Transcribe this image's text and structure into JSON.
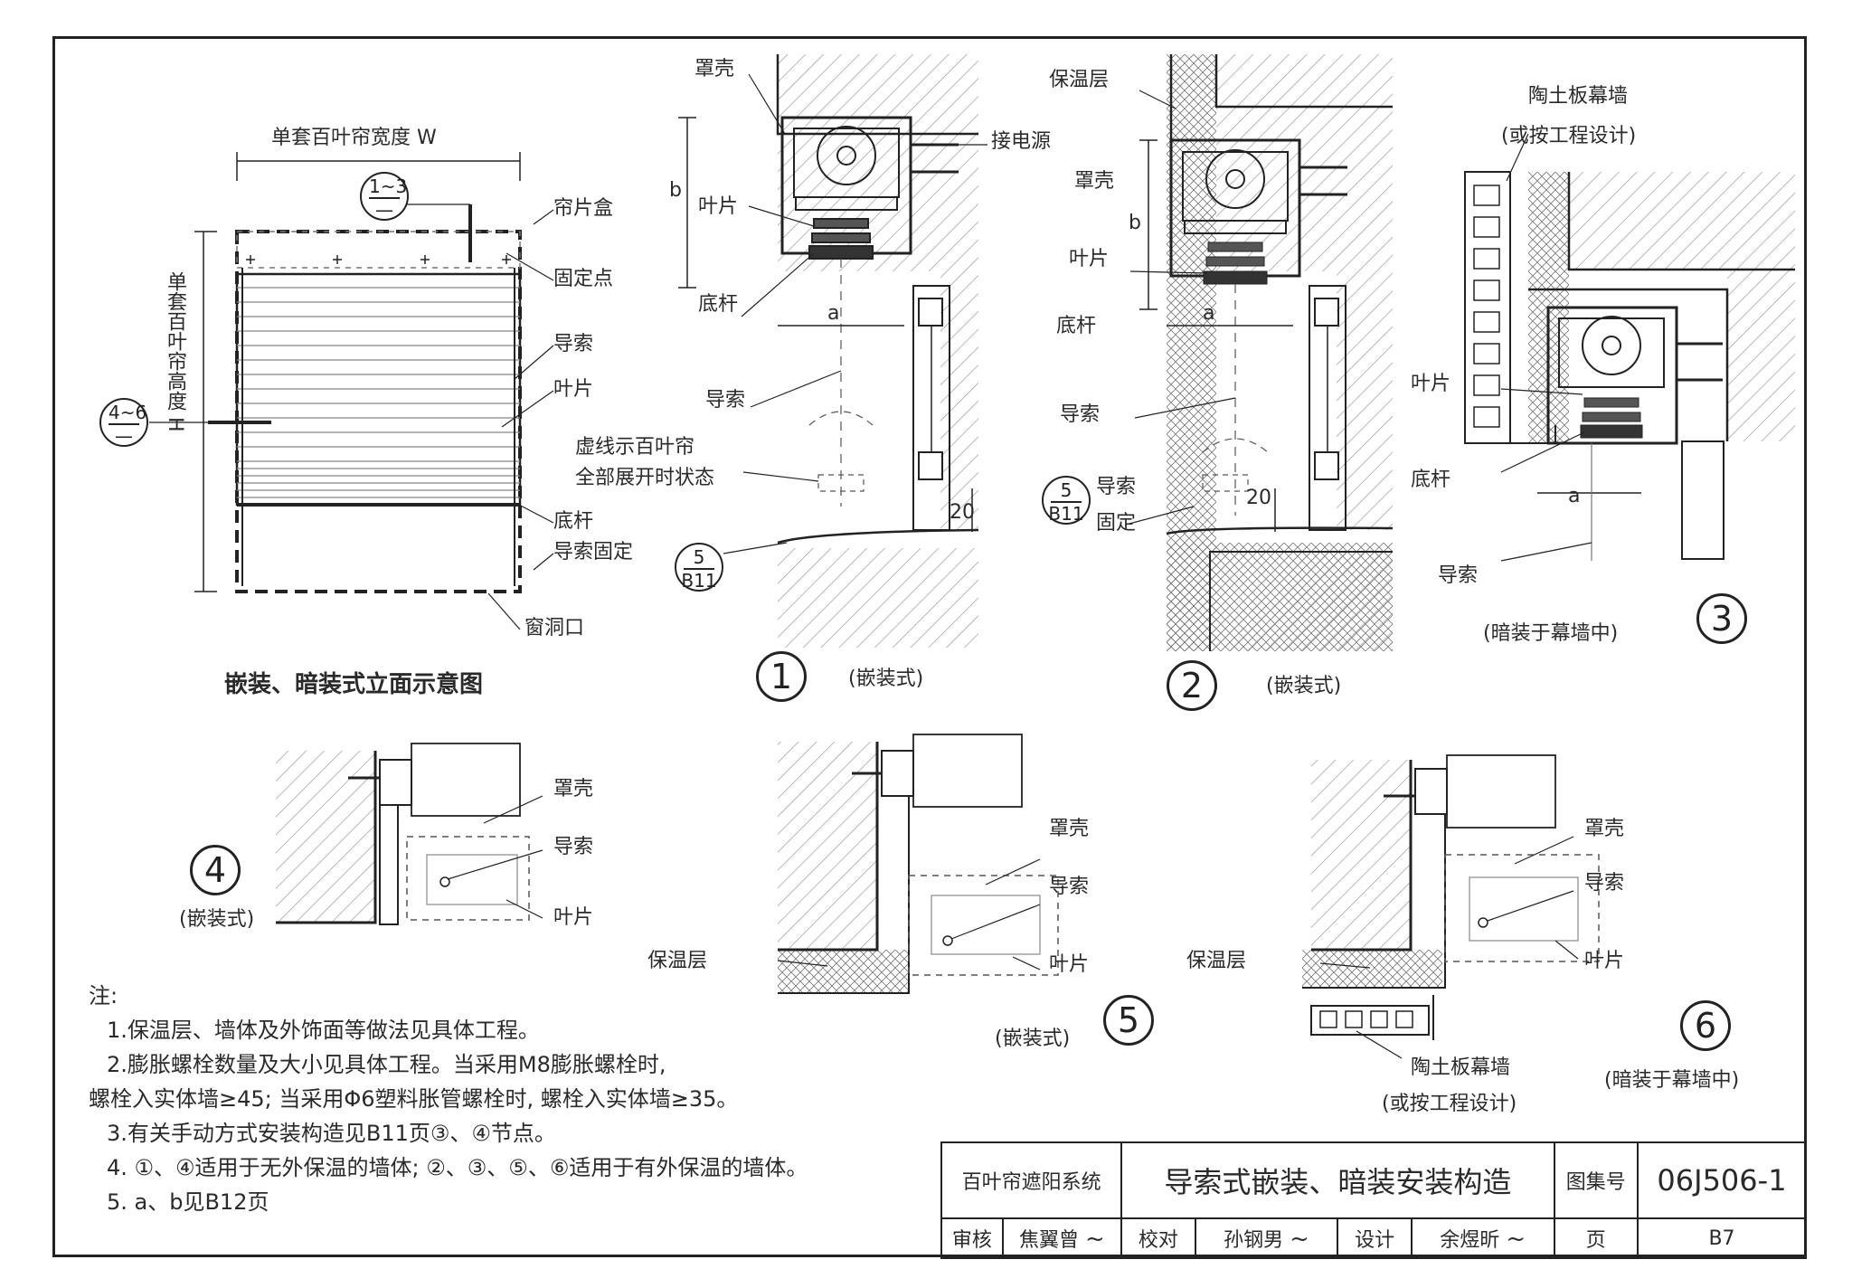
{
  "elevation": {
    "width_label": "单套百叶帘宽度 W",
    "height_label": "单套百叶帘高度 H",
    "ref_top": [
      "1~3",
      "—"
    ],
    "ref_side": [
      "4~6",
      "—"
    ],
    "labels": [
      "帘片盒",
      "固定点",
      "导索",
      "叶片",
      "底杆",
      "导索固定",
      "窗洞口"
    ],
    "title": "嵌装、暗装式立面示意图"
  },
  "detail1": {
    "number": "1",
    "caption": "(嵌装式)",
    "labels": [
      "罩壳",
      "接电源",
      "叶片",
      "底杆",
      "导索",
      "虚线示百叶帘",
      "全部展开时状态"
    ],
    "dims": [
      "b",
      "a",
      "20"
    ],
    "ref": [
      "5",
      "B11"
    ]
  },
  "detail2": {
    "number": "2",
    "caption": "(嵌装式)",
    "labels": [
      "保温层",
      "罩壳",
      "叶片",
      "底杆",
      "导索",
      "导索",
      "固定"
    ],
    "dims": [
      "b",
      "a",
      "20"
    ],
    "ref": [
      "5",
      "B11"
    ]
  },
  "detail3": {
    "number": "3",
    "caption": "(暗装于幕墙中)",
    "labels": [
      "陶土板幕墙",
      "(或按工程设计)",
      "叶片",
      "底杆",
      "导索"
    ],
    "dims": [
      "a"
    ]
  },
  "detail4": {
    "number": "4",
    "caption": "(嵌装式)",
    "labels": [
      "罩壳",
      "导索",
      "叶片"
    ]
  },
  "detail5": {
    "number": "5",
    "caption": "(嵌装式)",
    "labels": [
      "罩壳",
      "导索",
      "叶片",
      "保温层"
    ]
  },
  "detail6": {
    "number": "6",
    "caption": "(暗装于幕墙中)",
    "labels": [
      "罩壳",
      "导索",
      "叶片",
      "保温层",
      "陶土板幕墙",
      "(或按工程设计)"
    ]
  },
  "notes": {
    "heading": "注:",
    "lines": [
      "1.保温层、墙体及外饰面等做法见具体工程。",
      "2.膨胀螺栓数量及大小见具体工程。当采用M8膨胀螺栓时,",
      "螺栓入实体墙≥45; 当采用Φ6塑料胀管螺栓时, 螺栓入实体墙≥35。",
      "3.有关手动方式安装构造见B11页③、④节点。",
      "4. ①、④适用于无外保温的墙体; ②、③、⑤、⑥适用于有外保温的墙体。",
      "5. a、b见B12页"
    ]
  },
  "title_block": {
    "system": "百叶帘遮阳系统",
    "title": "导索式嵌装、暗装安装构造",
    "atlas_label": "图集号",
    "atlas_no": "06J506-1",
    "review_label": "审核",
    "reviewer": "焦翼曾",
    "check_label": "校对",
    "checker": "孙钢男",
    "design_label": "设计",
    "designer": "余煜昕",
    "page_label": "页",
    "page_no": "B7"
  },
  "colors": {
    "line": "#222222",
    "hatch": "#9a9a9a",
    "dashed": "#555555"
  }
}
